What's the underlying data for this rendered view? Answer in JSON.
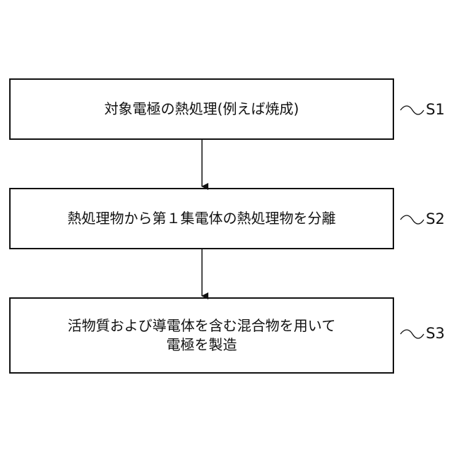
{
  "steps": [
    {
      "id": "S1",
      "text": "対象電極の熱処理(例えば焼成)"
    },
    {
      "id": "S2",
      "text": "熱処理物から第１集電体の熱処理物を分離"
    },
    {
      "id": "S3",
      "text": "活物質および導電体を含む混合物を用いて\n電極を製造"
    }
  ]
}
